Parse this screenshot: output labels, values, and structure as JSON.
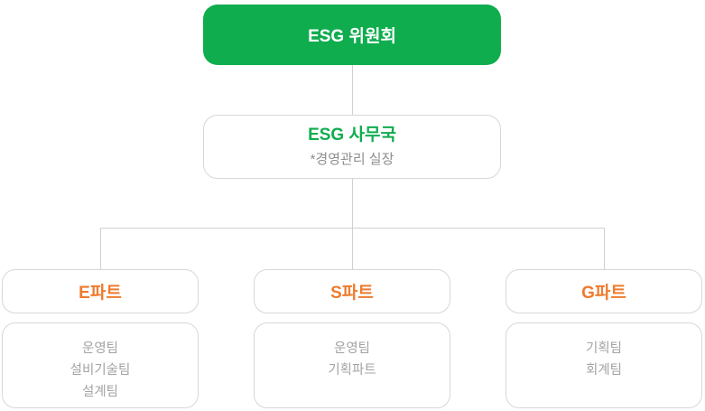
{
  "colors": {
    "green": "#0fad4e",
    "orange": "#ee7b2f",
    "subtitle_gray": "#8e8e8e",
    "team_gray": "#a3a3a3",
    "border_gray": "#d7d7d7",
    "line_gray": "#d0d0d0"
  },
  "committee": {
    "label": "ESG 위원회"
  },
  "secretariat": {
    "label": "ESG 사무국",
    "subtitle": "*경영관리 실장"
  },
  "parts": [
    {
      "label": "E파트",
      "teams": [
        "운영팀",
        "설비기술팀",
        "설계팀"
      ]
    },
    {
      "label": "S파트",
      "teams": [
        "운영팀",
        "기획파트"
      ]
    },
    {
      "label": "G파트",
      "teams": [
        "기획팀",
        "회계팀"
      ]
    }
  ]
}
